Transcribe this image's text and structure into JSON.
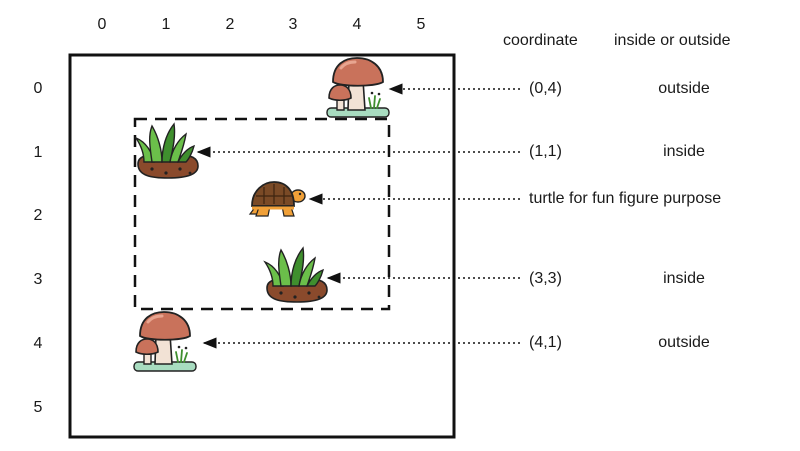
{
  "axes": {
    "column_indices": [
      "0",
      "1",
      "2",
      "3",
      "4",
      "5"
    ],
    "row_indices": [
      "0",
      "1",
      "2",
      "3",
      "4",
      "5"
    ]
  },
  "headers": {
    "coordinate": "coordinate",
    "inside_or_outside": "inside or outside"
  },
  "annotations": [
    {
      "coordinate": "(0,4)",
      "status": "outside"
    },
    {
      "coordinate": "(1,1)",
      "status": "inside"
    },
    {
      "note": "turtle for fun figure purpose"
    },
    {
      "coordinate": "(3,3)",
      "status": "inside"
    },
    {
      "coordinate": "(4,1)",
      "status": "outside"
    }
  ],
  "icons": {
    "mushroom": "mushroom-icon",
    "grass": "grass-icon",
    "turtle": "turtle-icon"
  },
  "colors": {
    "mushroom_cap": "#c9725b",
    "mushroom_stem": "#f2e2d5",
    "grass_green": "#6bbf4a",
    "grass_dark": "#3f8f2e",
    "soil": "#8a4a2c",
    "ground_mint": "#a8dcc0",
    "turtle_shell": "#7a4a26",
    "turtle_skin": "#f0a038"
  }
}
